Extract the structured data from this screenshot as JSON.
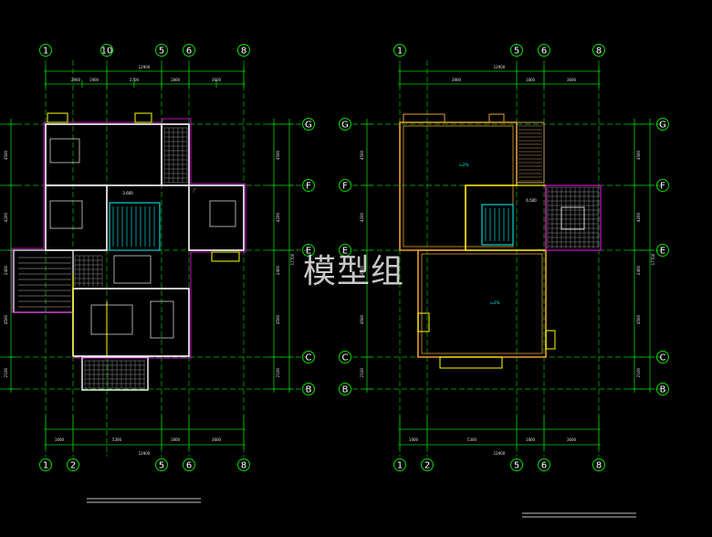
{
  "watermark": "模型组",
  "colors": {
    "grid_line": "#00c000",
    "dim_line": "#00d000",
    "wall": "#ffffff",
    "wall_alt": "#ffff00",
    "outline": "#ff00ff",
    "stair": "#00ffff",
    "bubble": "#00e000",
    "dim_text": "#e0e0e0",
    "fill_pattern": "#909090"
  },
  "left_plan": {
    "top_axes": [
      "1",
      "10",
      "5",
      "6",
      "8"
    ],
    "bottom_axes": [
      "1",
      "2",
      "5",
      "6",
      "8"
    ],
    "right_axes": [
      "G",
      "F",
      "E",
      "C",
      "B"
    ],
    "top_dims": [
      "2900",
      "1900",
      "2700",
      "1800",
      "3600"
    ],
    "top_total": "12900",
    "bottom_dims": [
      "1000",
      "5300",
      "1800",
      "3600"
    ],
    "bottom_total": "12900",
    "left_dims": [
      "4500",
      "4200",
      "2400",
      "4500",
      "2100"
    ],
    "right_dims": [
      "4500",
      "4200",
      "2400",
      "4500",
      "2100"
    ],
    "right_total": "17700",
    "elevation_label": "3.600"
  },
  "right_plan": {
    "top_axes": [
      "1",
      "5",
      "6",
      "8"
    ],
    "bottom_axes": [
      "1",
      "2",
      "5",
      "6",
      "8"
    ],
    "left_axes": [
      "G",
      "F",
      "E",
      "C",
      "B"
    ],
    "right_axes": [
      "G",
      "F",
      "E",
      "C",
      "B"
    ],
    "top_dims": [
      "3900",
      "1800",
      "3600"
    ],
    "top_total": "12900",
    "bottom_dims": [
      "1000",
      "5300",
      "1800",
      "3600"
    ],
    "bottom_total": "12900",
    "left_dims": [
      "4500",
      "4200",
      "2400",
      "4500",
      "2100"
    ],
    "right_dims": [
      "4500",
      "4200",
      "2400",
      "4500",
      "2100"
    ],
    "right_total": "17700",
    "elevation_label": "6.500",
    "slope_labels": [
      "i=2%",
      "i=2%"
    ]
  }
}
